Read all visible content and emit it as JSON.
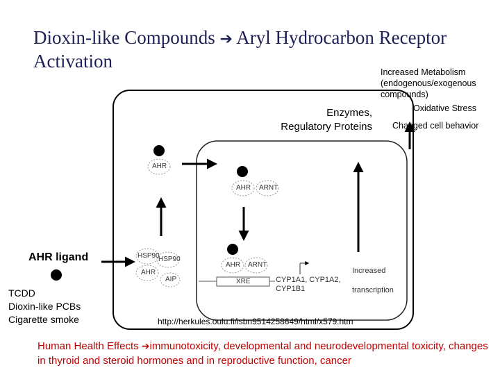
{
  "title": {
    "part1": "Dioxin-like Compounds ",
    "arrow": "➔",
    "part2": " Aryl Hydrocarbon Receptor Activation"
  },
  "outcomes": {
    "increased_metabolism": "Increased Metabolism",
    "endo_exo_line1": "(endogenous/exogenous",
    "endo_exo_line2": "compounds)",
    "oxidative_stress": "Oxidative Stress",
    "changed_behavior": "Changed cell behavior"
  },
  "enzymes": {
    "line1": "Enzymes,",
    "line2": "Regulatory  Proteins"
  },
  "figure_labels": {
    "ahr": "AHR",
    "arnt": "ARNT",
    "hsp90_a": "HSP90",
    "hsp90_b": "HSP90",
    "aip": "AIP",
    "xre": "XRE",
    "genes_line1": "CYP1A1, CYP1A2,",
    "genes_line2": "CYP1B1",
    "increased": "Increased",
    "transcription": "transcription"
  },
  "ligand_label": "AHR ligand",
  "sources": [
    "TCDD",
    "Dioxin-like PCBs",
    "Cigarette smoke"
  ],
  "url": "http://herkules.oulu.fi/isbn9514258649/html/x579.htm",
  "health": {
    "lead": "Human Health Effects ",
    "arrow": "➔",
    "text": "immunotoxicity,  developmental and neurodevelopmental toxicity, changes in thyroid and steroid hormones and in reproductive function, cancer"
  }
}
